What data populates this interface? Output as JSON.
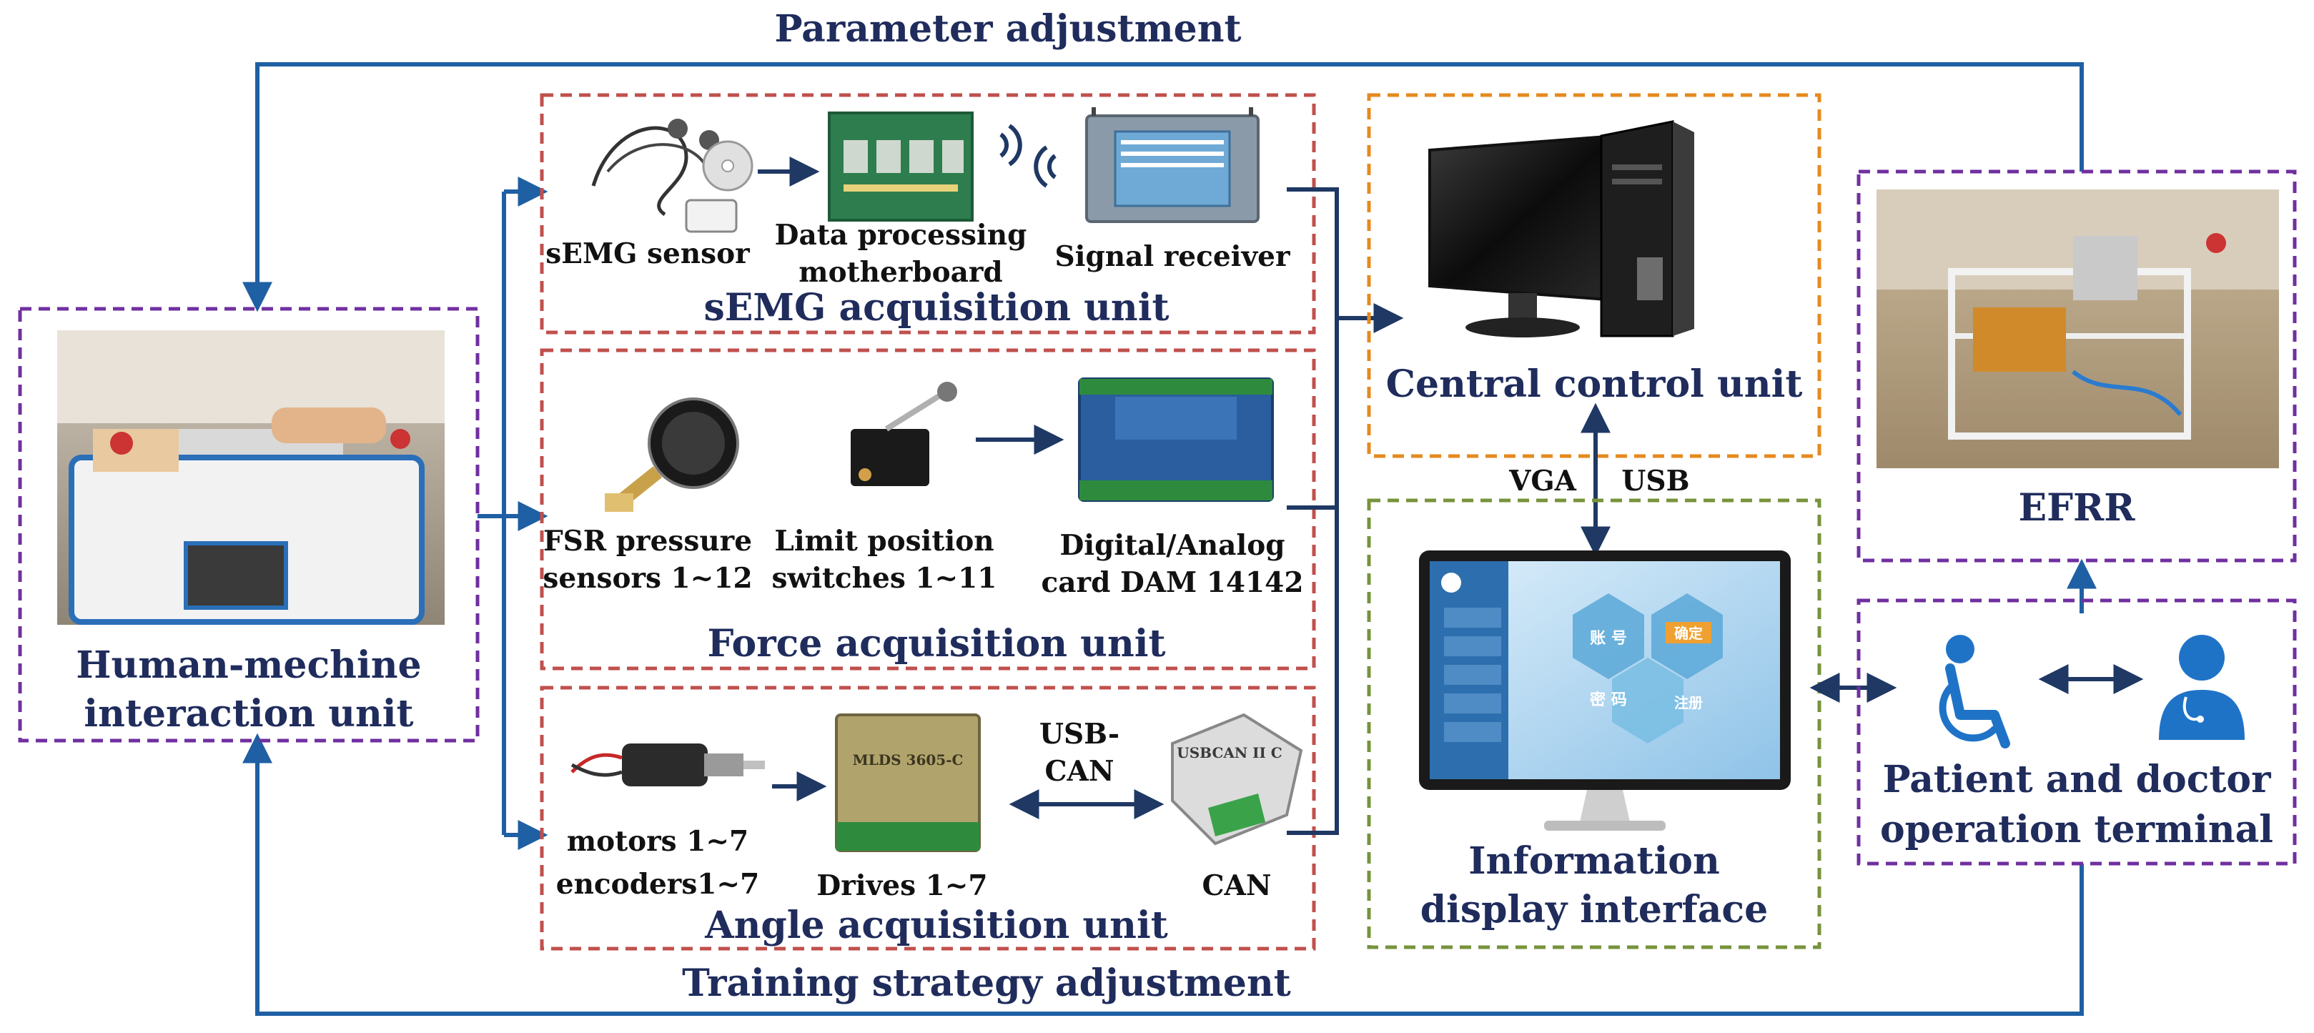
{
  "top_label": "Parameter adjustment",
  "bottom_label": "Training strategy adjustment",
  "hmi": {
    "title_line1": "Human-mechine",
    "title_line2": "interaction unit"
  },
  "semg": {
    "unit_title": "sEMG acquisition unit",
    "sensor": "sEMG sensor",
    "board_line1": "Data processing",
    "board_line2": "motherboard",
    "receiver": "Signal receiver"
  },
  "force": {
    "unit_title": "Force acquisition unit",
    "fsr_line1": "FSR pressure",
    "fsr_line2": "sensors 1~12",
    "switch_line1": "Limit position",
    "switch_line2": "switches 1~11",
    "card_line1": "Digital/Analog",
    "card_line2": "card DAM 14142"
  },
  "angle": {
    "unit_title": "Angle acquisition unit",
    "motors_line1": "motors 1~7",
    "motors_line2": "encoders1~7",
    "drives": "Drives 1~7",
    "usbcan_line1": "USB-",
    "usbcan_line2": "CAN",
    "can": "CAN",
    "drive_label": "MLDS 3605-C",
    "can_device_label": "USBCAN II C"
  },
  "central": {
    "title": "Central control unit"
  },
  "links": {
    "vga": "VGA",
    "usb": "USB"
  },
  "display": {
    "title_line1": "Information",
    "title_line2": "display interface",
    "screen_key1": "账 号",
    "screen_key2": "密 码",
    "screen_ok": "确定",
    "screen_reg": "注册"
  },
  "efrr": {
    "title": "EFRR"
  },
  "terminal": {
    "title_line1": "Patient and doctor",
    "title_line2": "operation terminal"
  },
  "colors": {
    "arrow": "#1f5fa3",
    "navy_text": "#1f2c5c",
    "red_box": "#c0504d",
    "orange_box": "#e68a1e",
    "green_box": "#77933c",
    "purple_box": "#7030a0"
  }
}
